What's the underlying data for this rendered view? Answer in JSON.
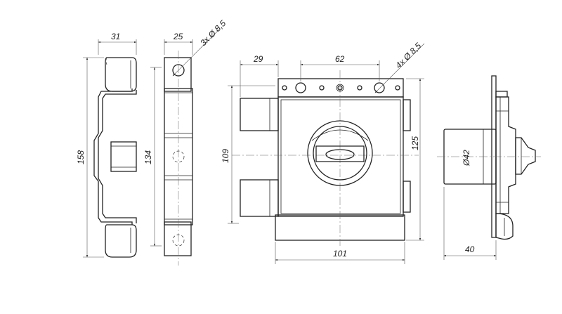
{
  "dimensions": {
    "side_width": "31",
    "side_height": "158",
    "front_narrow_width": "25",
    "front_narrow_holes": "3x  Ø 8,5",
    "front_narrow_height": "134",
    "main_left_offset": "29",
    "main_hole_spacing": "62",
    "main_holes": "4x  Ø 8,5",
    "main_body_height": "109",
    "main_plate_height": "125",
    "main_width": "101",
    "cylinder_diameter": "Ø42",
    "cylinder_depth": "40"
  }
}
